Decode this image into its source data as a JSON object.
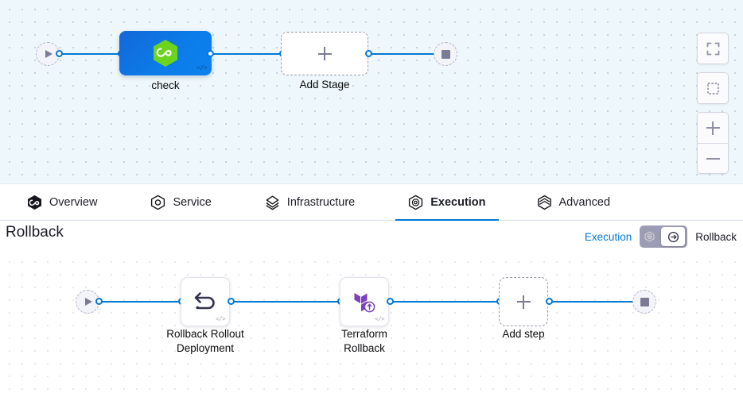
{
  "stage_canvas": {
    "start_node": {
      "icon": "play-icon"
    },
    "end_node": {
      "icon": "stop-icon"
    },
    "stage": {
      "label": "check",
      "icon": "harness-hexagon-icon",
      "code_badge": "</>"
    },
    "add_stage": {
      "label": "Add Stage",
      "icon": "plus-icon"
    },
    "controls": [
      {
        "name": "fit-to-screen-button",
        "icon": "expand-icon"
      },
      {
        "name": "selection-box-button",
        "icon": "dashed-square-icon"
      },
      {
        "name": "zoom-in-button",
        "icon": "plus-icon"
      },
      {
        "name": "zoom-out-button",
        "icon": "minus-icon"
      }
    ]
  },
  "tabs": [
    {
      "label": "Overview",
      "icon": "harness-hexagon-icon",
      "active": false
    },
    {
      "label": "Service",
      "icon": "service-hexagon-icon",
      "active": false
    },
    {
      "label": "Infrastructure",
      "icon": "layers-diamond-icon",
      "active": false
    },
    {
      "label": "Execution",
      "icon": "execution-hexagon-icon",
      "active": true
    },
    {
      "label": "Advanced",
      "icon": "advanced-cube-icon",
      "active": false
    }
  ],
  "rollback_header": {
    "title": "Rollback",
    "toggle": {
      "left_label": "Execution",
      "right_label": "Rollback",
      "selected": "Rollback",
      "left_icon": "execution-hexagon-icon",
      "right_icon": "rollback-arrow-icon"
    }
  },
  "step_canvas": {
    "start_node": {
      "icon": "play-icon"
    },
    "end_node": {
      "icon": "stop-icon"
    },
    "steps": [
      {
        "label_line1": "Rollback Rollout",
        "label_line2": "Deployment",
        "icon": "undo-arrow-icon",
        "code_badge": "</>"
      },
      {
        "label_line1": "Terraform",
        "label_line2": "Rollback",
        "icon": "terraform-rollback-icon",
        "code_badge": "</>"
      }
    ],
    "add_step": {
      "label": "Add step",
      "icon": "plus-icon"
    }
  },
  "colors": {
    "accent_blue": "#0278d5",
    "stage_blue": "#0d7ae6",
    "harness_green": "#6cd41f",
    "terraform_purple": "#7b42bc",
    "toggle_track": "#9c9cb4",
    "canvas_top_bg": "#eef7fb",
    "canvas_bottom_bg": "#ffffff"
  }
}
